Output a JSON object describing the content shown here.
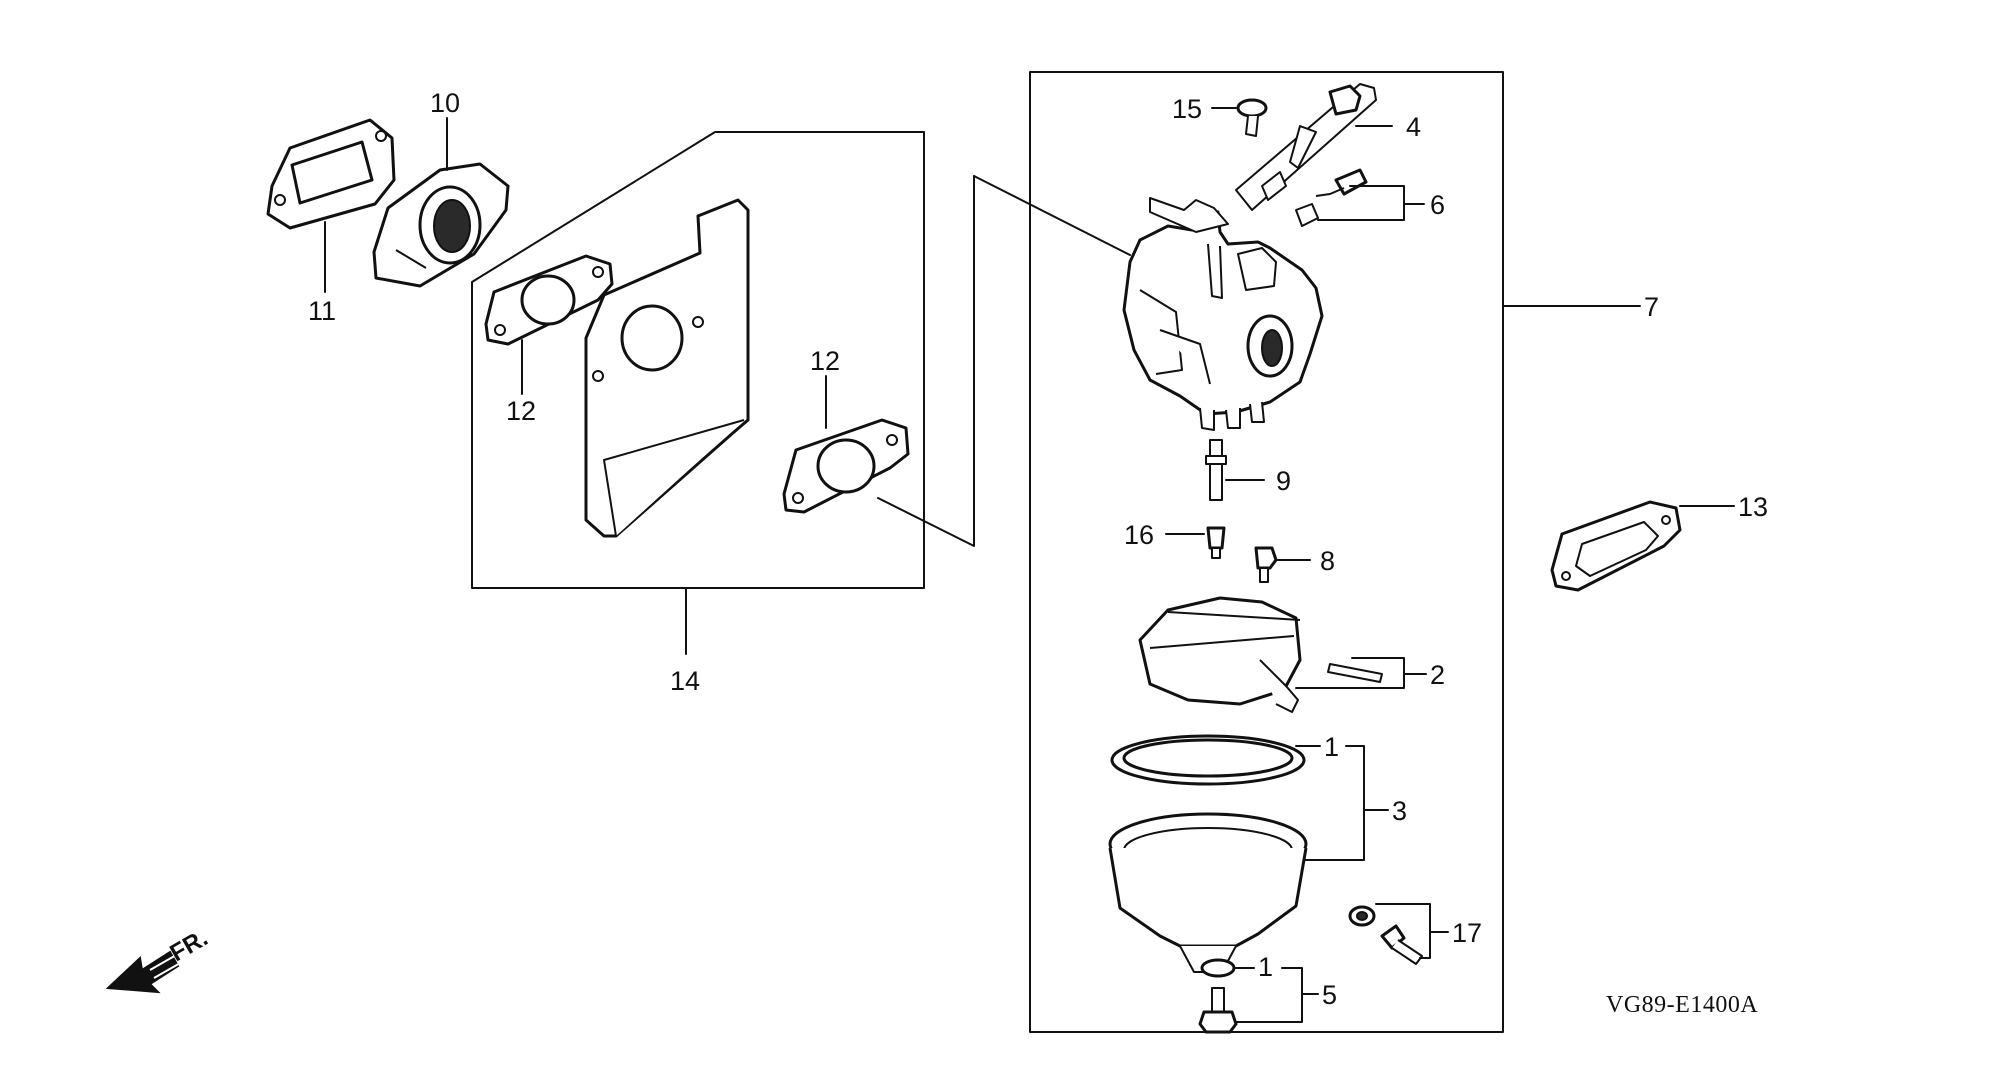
{
  "labels": {
    "p1a": "1",
    "p1b": "1",
    "p2": "2",
    "p3": "3",
    "p4": "4",
    "p5": "5",
    "p6": "6",
    "p7": "7",
    "p8": "8",
    "p9": "9",
    "p10": "10",
    "p11": "11",
    "p12a": "12",
    "p12b": "12",
    "p13": "13",
    "p14": "14",
    "p15": "15",
    "p16": "16",
    "p17": "17"
  },
  "diagram_code": "VG89-E1400A",
  "front_indicator": "FR."
}
